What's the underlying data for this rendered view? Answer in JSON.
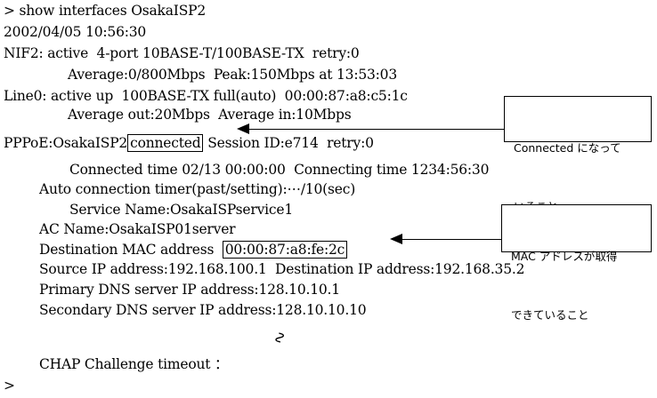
{
  "terminal": {
    "l1": "> show interfaces OsakaISP2",
    "l2": "2002/04/05 10:56:30",
    "l3": "NIF2: active  4-port 10BASE-T/100BASE-TX  retry:0",
    "l4": "Average:0/800Mbps  Peak:150Mbps at 13:53:03",
    "l5": "Line0: active up  100BASE-TX full(auto)  00:00:87:a8:c5:1c",
    "l6": "Average out:20Mbps  Average in:10Mbps",
    "l7_prefix": "PPPoE:OsakaISP2",
    "l7_status": "connected",
    "l7_suffix": "Session ID:e714  retry:0",
    "l8": "Connected time 02/13 00:00:00  Connecting time 1234:56:30",
    "l9": "Auto connection timer(past/setting):⋯/10(sec)",
    "l10": "Service Name:OsakaISPservice1",
    "l11": "AC Name:OsakaISP01server",
    "l12_label": "Destination MAC address",
    "l12_value": "00:00:87:a8:fe:2c",
    "l13": "Source IP address:192.168.100.1  Destination IP address:192.168.35.2",
    "l14": "Primary DNS server IP address:128.10.10.1",
    "l15": "Secondary DNS server IP address:128.10.10.10",
    "ellipsis": "∿",
    "l16": "CHAP Challenge timeout ：",
    "prompt": ">"
  },
  "callouts": {
    "connected_line1": "Connected になって",
    "connected_line2": "いること",
    "mac_line1": "MAC アドレスが取得",
    "mac_line2": "できていること"
  }
}
